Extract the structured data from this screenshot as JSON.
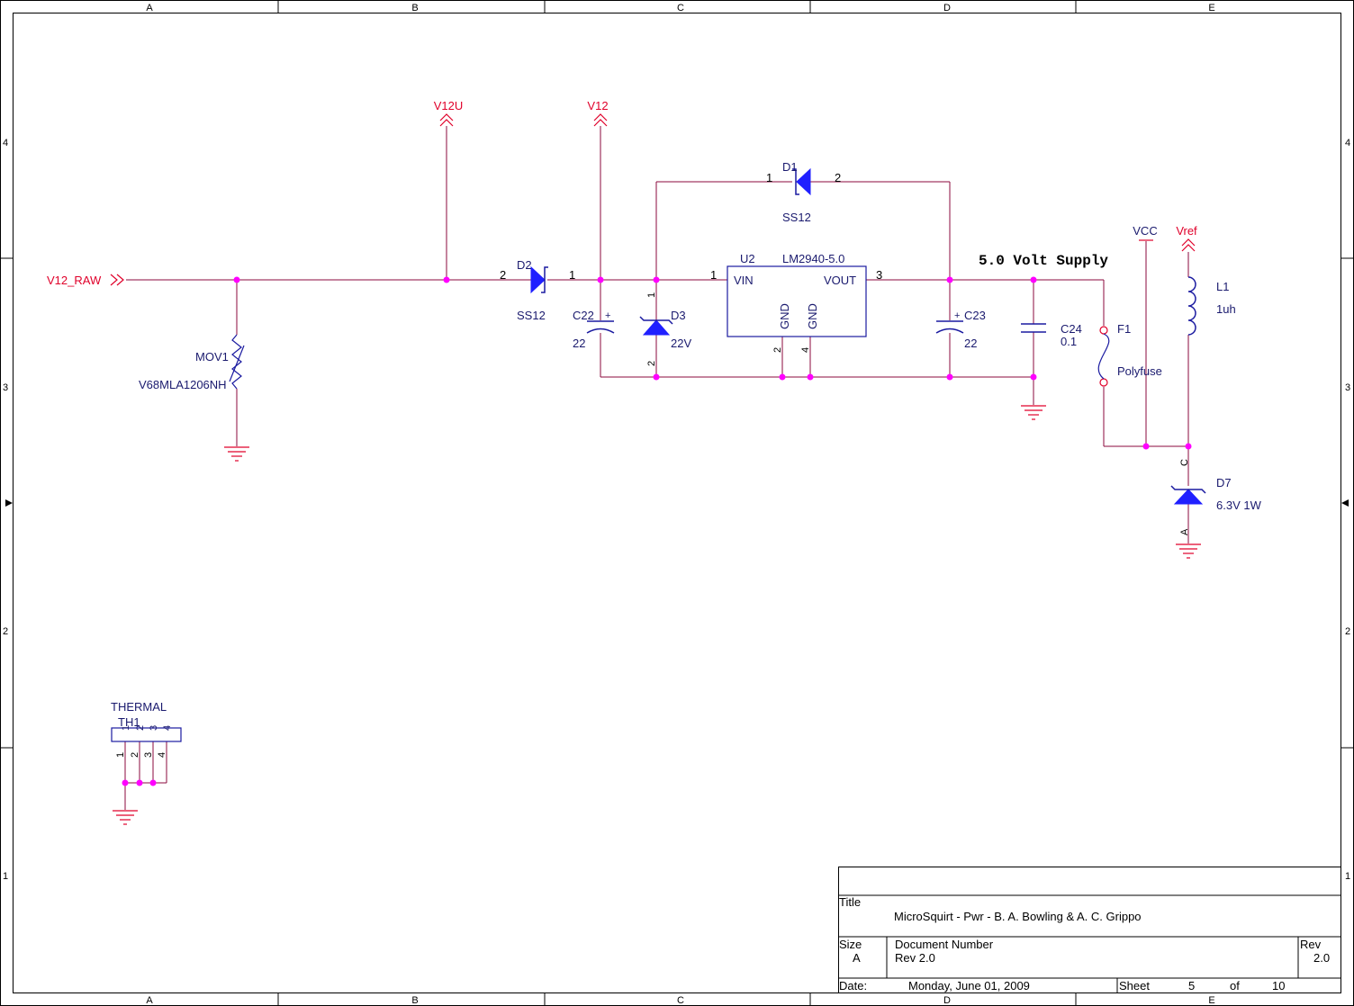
{
  "border": {
    "columns": [
      "A",
      "B",
      "C",
      "D",
      "E"
    ],
    "rows": [
      "4",
      "3",
      "2",
      "1"
    ]
  },
  "colors": {
    "wire": "#8b0a3c",
    "power": "#e0002a",
    "part": "#1a1aa0",
    "body": "#2020ff",
    "junction": "#ff00ff",
    "label": "#1a1a6e",
    "frame": "#000000"
  },
  "nets": {
    "v12_raw": "V12_RAW",
    "v12u": "V12U",
    "v12": "V12",
    "vcc": "VCC",
    "vref": "Vref"
  },
  "components": {
    "mov1": {
      "ref": "MOV1",
      "value": "V68MLA1206NH"
    },
    "d2": {
      "ref": "D2",
      "value": "SS12",
      "pin_a": "2",
      "pin_k": "1"
    },
    "d1": {
      "ref": "D1",
      "value": "SS12",
      "pin_a": "1",
      "pin_k": "2"
    },
    "c22": {
      "ref": "C22",
      "value": "22",
      "plus": "+"
    },
    "d3": {
      "ref": "D3",
      "value": "22V",
      "pin_top": "1",
      "pin_bot": "2"
    },
    "u2": {
      "ref": "U2",
      "value": "LM2940-5.0",
      "pin_vin": "VIN",
      "pin_vout": "VOUT",
      "pin_gnd1": "GND",
      "pin_gnd2": "GND",
      "num_vin": "1",
      "num_vout": "3",
      "num_gnd1": "2",
      "num_gnd2": "4"
    },
    "c23": {
      "ref": "C23",
      "value": "22",
      "plus": "+"
    },
    "c24": {
      "ref": "C24",
      "value": "0.1"
    },
    "f1": {
      "ref": "F1",
      "value": "Polyfuse"
    },
    "l1": {
      "ref": "L1",
      "value": "1uh"
    },
    "d7": {
      "ref": "D7",
      "value": "6.3V 1W",
      "pin_c": "C",
      "pin_a": "A"
    },
    "th1": {
      "label": "THERMAL",
      "ref": "TH1",
      "pins": [
        "1",
        "2",
        "3",
        "4"
      ]
    }
  },
  "annotation": "5.0 Volt Supply",
  "title_block": {
    "title_label": "Title",
    "title": "MicroSquirt - Pwr - B. A. Bowling & A. C. Grippo",
    "size_label": "Size",
    "size": "A",
    "docnum_label": "Document Number",
    "docnum": "Rev 2.0",
    "rev_label": "Rev",
    "rev": "2.0",
    "date_label": "Date:",
    "date": "Monday, June 01, 2009",
    "sheet_label": "Sheet",
    "sheet": "5",
    "of_label": "of",
    "total": "10"
  }
}
